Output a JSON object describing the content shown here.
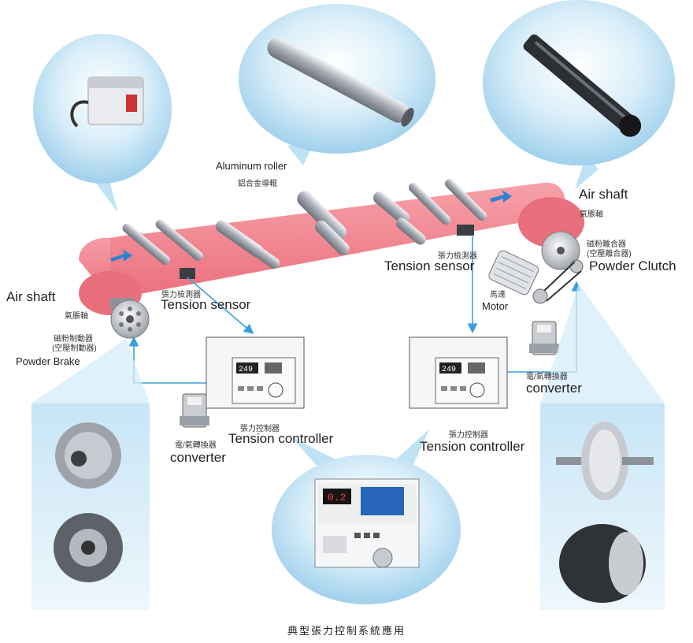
{
  "labels": {
    "aluminum_roller_en": "Aluminum roller",
    "aluminum_roller_zh": "鋁合金導輥",
    "air_shaft_left_en": "Air shaft",
    "air_shaft_left_zh": "氣脹軸",
    "air_shaft_right_en": "Air shaft",
    "air_shaft_right_zh": "氣脹軸",
    "powder_brake_zh_1": "磁粉制動器",
    "powder_brake_zh_2": "(空壓制動器)",
    "powder_brake_en": "Powder Brake",
    "powder_clutch_zh_1": "磁粉離合器",
    "powder_clutch_zh_2": "(空壓離合器)",
    "powder_clutch_en": "Powder Clutch",
    "tension_sensor_left_zh": "張力檢測器",
    "tension_sensor_left_en": "Tension sensor",
    "tension_sensor_right_zh": "張力檢測器",
    "tension_sensor_right_en": "Tension sensor",
    "motor_zh": "馬達",
    "motor_en": "Motor",
    "converter_left_zh": "電/氣轉換器",
    "converter_left_en": "converter",
    "converter_right_zh": "電/氣轉換器",
    "converter_right_en": "converter",
    "controller_left_zh": "張力控制器",
    "controller_left_en": "Tension controller",
    "controller_right_zh": "張力控制器",
    "controller_right_en": "Tension controller",
    "controller_display": "249",
    "controller_zoom_display": "0.2",
    "caption": "典型張力控制系統應用"
  },
  "colors": {
    "web": "#f07b86",
    "web_dark": "#d95a68",
    "bubble": "#bfe3f5",
    "panel": "#cfe9f7",
    "arrow": "#3aa0dc",
    "roller": "#b8bcc4"
  }
}
